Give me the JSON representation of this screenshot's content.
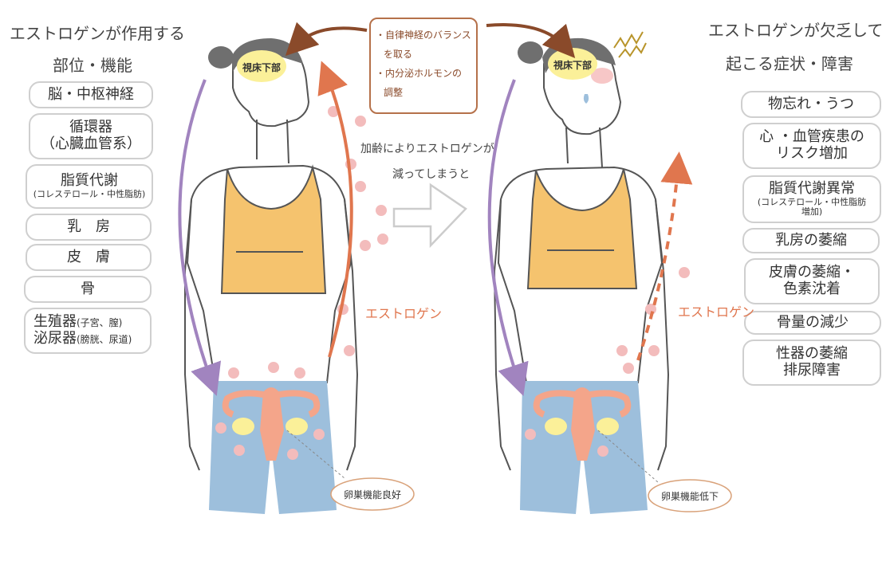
{
  "left_title": [
    "エストロゲンが作用する",
    "部位・機能"
  ],
  "right_title": [
    "エストロゲンが欠乏して",
    "起こる症状・障害"
  ],
  "left_items": [
    {
      "lines": [
        "脳・中枢神経"
      ]
    },
    {
      "lines": [
        "循環器",
        "（心臓血管系）"
      ]
    },
    {
      "lines": [
        "脂質代謝"
      ],
      "sub": "(コレステロール・中性脂肪)"
    },
    {
      "lines": [
        "乳　房"
      ]
    },
    {
      "lines": [
        "皮　膚"
      ]
    },
    {
      "lines": [
        "骨"
      ]
    },
    {
      "lines": [
        "生殖器",
        "泌尿器"
      ],
      "notes": [
        "(子宮、膣)",
        "(膀胱、尿道)"
      ]
    }
  ],
  "right_items": [
    {
      "lines": [
        "物忘れ・うつ"
      ]
    },
    {
      "lines": [
        "心 ・血管疾患の",
        "リスク増加"
      ]
    },
    {
      "lines": [
        "脂質代謝異常"
      ],
      "sub": "(コレステロール・中性脂肪",
      "sub2": "増加)"
    },
    {
      "lines": [
        "乳房の萎縮"
      ]
    },
    {
      "lines": [
        "皮膚の萎縮・",
        "色素沈着"
      ]
    },
    {
      "lines": [
        "骨量の減少"
      ]
    },
    {
      "lines": [
        "性器の萎縮",
        "排尿障害"
      ]
    }
  ],
  "callout": [
    "・自律神経のバランス",
    "を取る",
    "・内分泌ホルモンの",
    "調整"
  ],
  "middle_text": [
    "加齢によりエストロゲンが",
    "減ってしまうと"
  ],
  "hypothalamus_label": "視床下部",
  "estrogen_label": "エストロゲン",
  "ovary_good": "卵巣機能良好",
  "ovary_low": "卵巣機能低下",
  "colors": {
    "purple": "#a184bf",
    "orange": "#e0764e",
    "brown": "#8a4a2a",
    "top": "#f5c36e",
    "jeans": "#9dbfdc",
    "pink_dot": "#f3bcbc",
    "yellow": "#fbf099"
  }
}
